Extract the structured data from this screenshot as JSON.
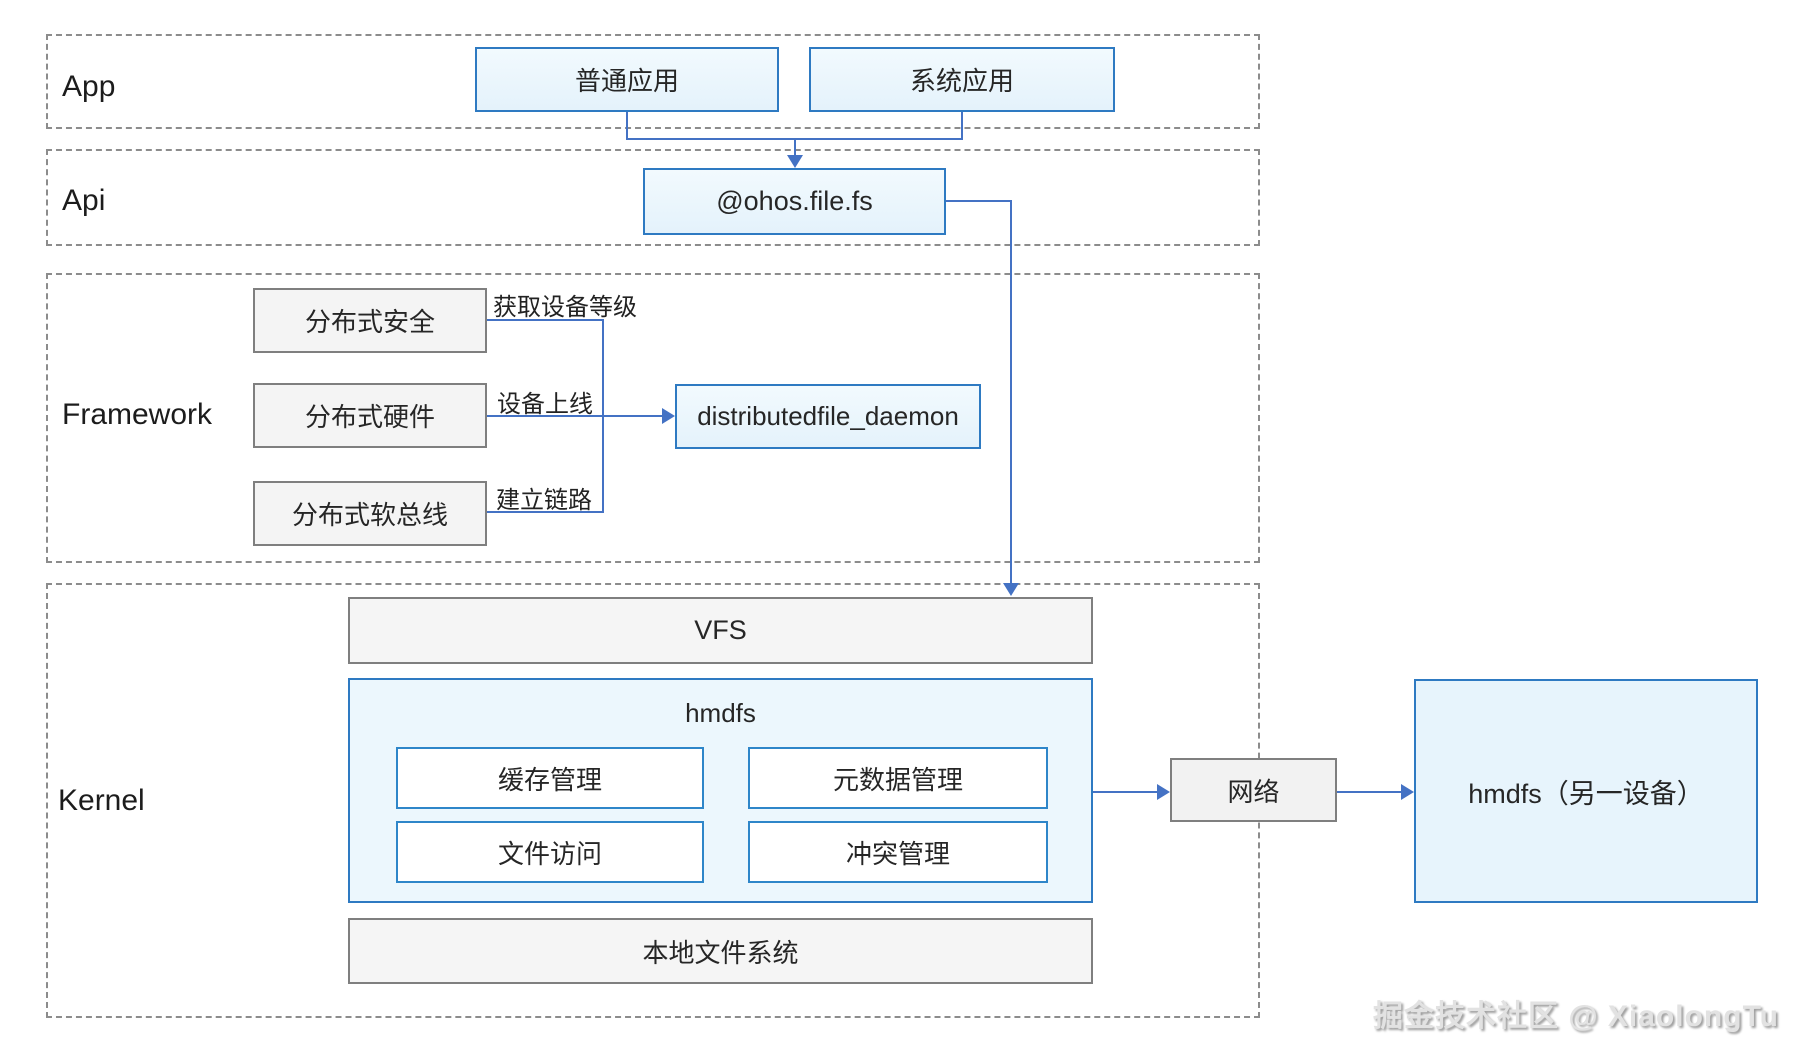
{
  "layers": {
    "app": "App",
    "api": "Api",
    "framework": "Framework",
    "kernel": "Kernel"
  },
  "app_layer": {
    "normal_app": "普通应用",
    "system_app": "系统应用"
  },
  "api_layer": {
    "ohos_file_fs": "@ohos.file.fs"
  },
  "framework_layer": {
    "dist_security": "分布式安全",
    "dist_hardware": "分布式硬件",
    "dist_softbus": "分布式软总线",
    "daemon": "distributedfile_daemon",
    "label_get_device_level": "获取设备等级",
    "label_device_online": "设备上线",
    "label_establish_link": "建立链路"
  },
  "kernel_layer": {
    "vfs": "VFS",
    "hmdfs": "hmdfs",
    "cache_management": "缓存管理",
    "metadata_management": "元数据管理",
    "file_access": "文件访问",
    "conflict_management": "冲突管理",
    "local_file_system": "本地文件系统"
  },
  "network": {
    "network": "网络",
    "remote_hmdfs": "hmdfs（另一设备）"
  },
  "watermark": "掘金技术社区 @ XiaolongTu",
  "colors": {
    "connector_blue": "#4472c4",
    "blue_box_border": "#2e7ac2",
    "blue_box_fill": "#eaf5fd",
    "gray_box_border": "#7f7f7f",
    "gray_box_fill": "#f4f4f4",
    "dashed_border": "#8c8c8c"
  }
}
